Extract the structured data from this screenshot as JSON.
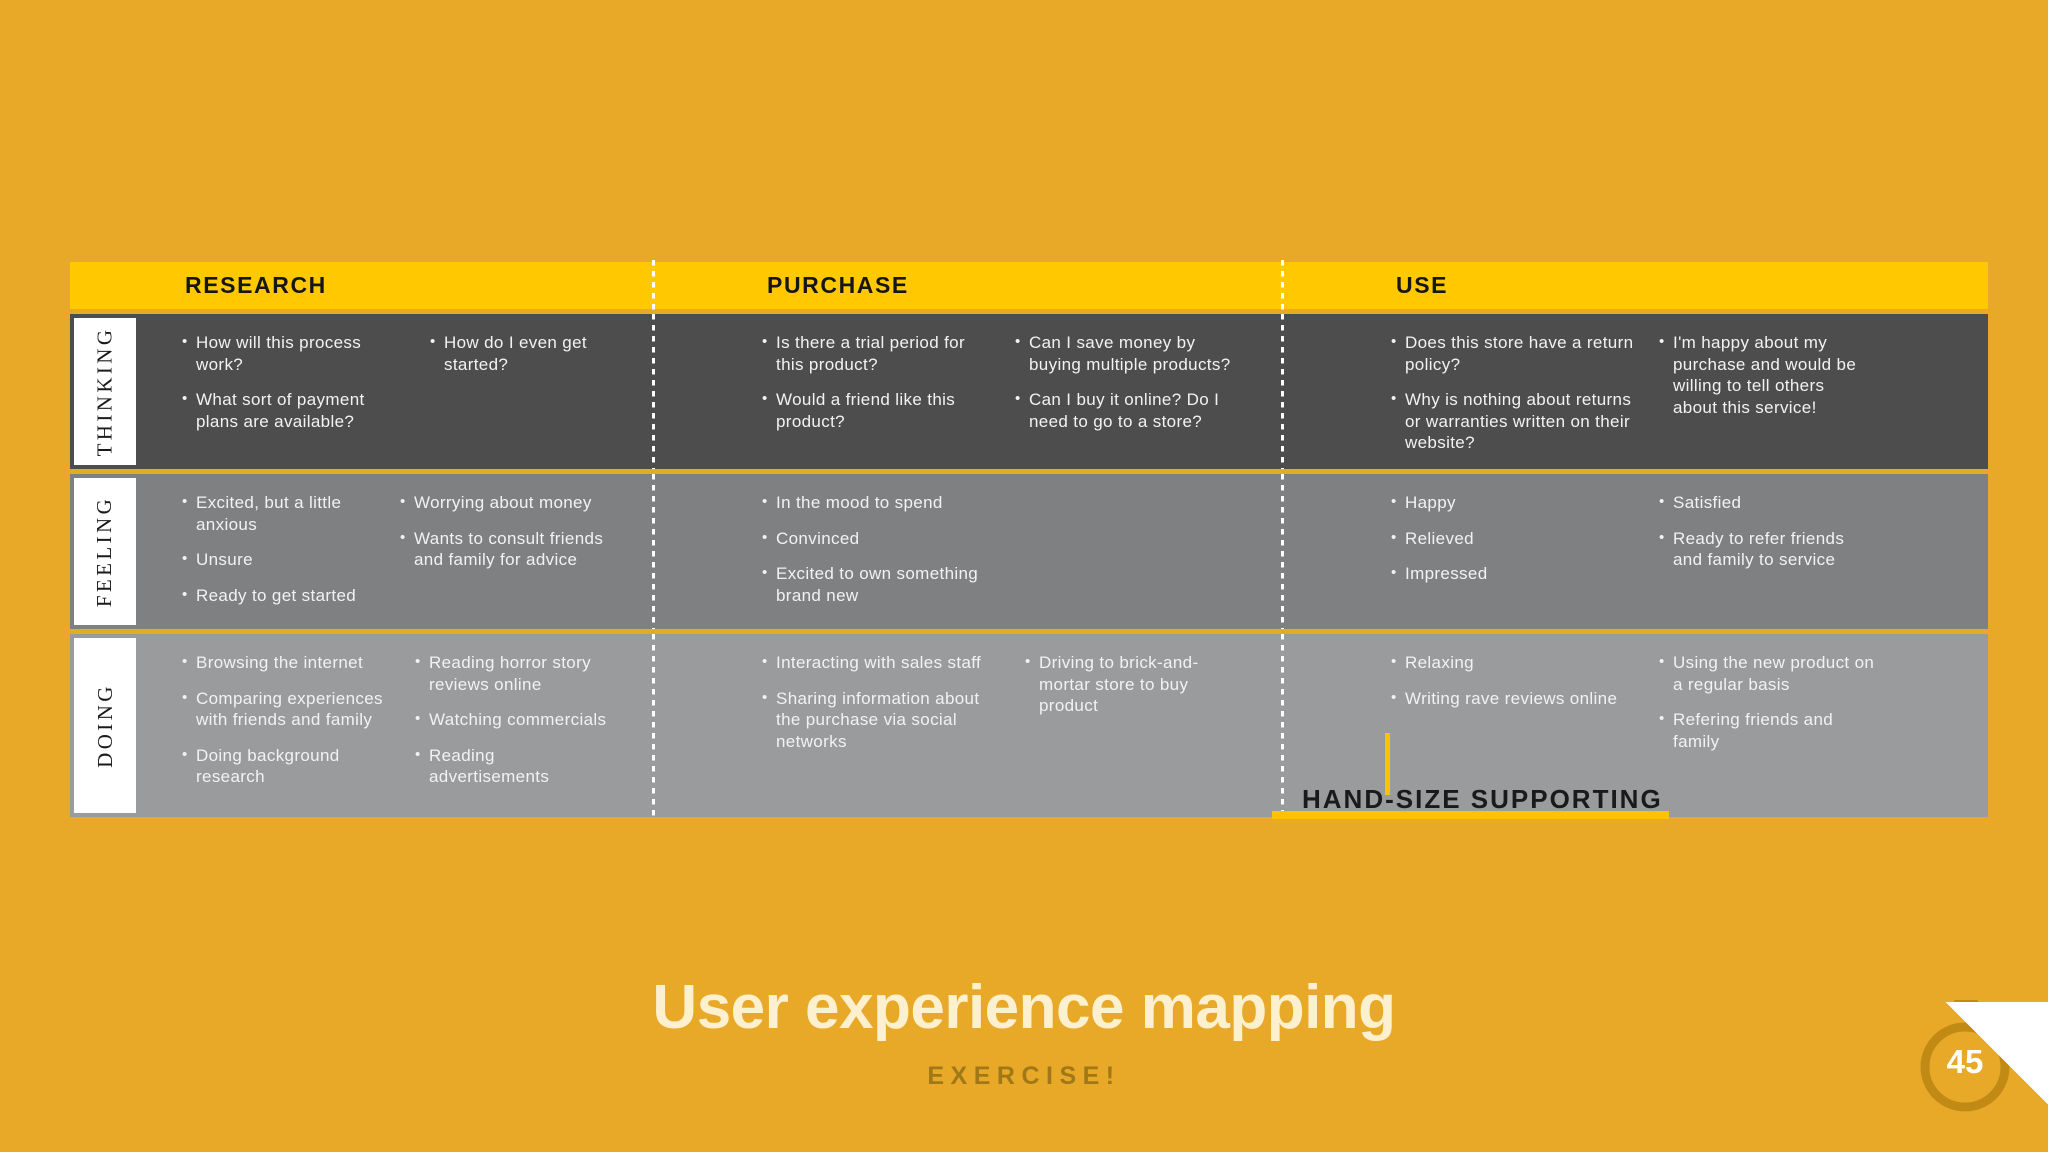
{
  "colors": {
    "slide_background": "#e8a929",
    "header_yellow": "#ffc800",
    "row_thinking_bg": "#4d4d4d",
    "row_feeling_bg": "#7f8081",
    "row_doing_bg": "#9a9b9c",
    "title_color": "#fdf0cf",
    "subtitle_color": "#a07818",
    "label_tab_bg": "#ffffff"
  },
  "journey_map": {
    "stages": [
      {
        "label": "RESEARCH"
      },
      {
        "label": "PURCHASE"
      },
      {
        "label": "USE"
      }
    ],
    "rows": [
      {
        "label": "THINKING",
        "cells": [
          {
            "groups": [
              [
                "How will this process work?",
                "What sort of payment plans are available?"
              ],
              [
                "How do I even get started?"
              ]
            ]
          },
          {
            "groups": [
              [
                "Is there a trial period for this product?",
                "Would a friend like this product?"
              ],
              [
                "Can I save money by buying multiple products?",
                "Can I buy it online? Do I need to go to a store?"
              ]
            ]
          },
          {
            "groups": [
              [
                "Does this store have a return policy?",
                "Why is nothing about returns or warranties written on their website?"
              ],
              [
                "I'm happy about my purchase and would be willing to tell others about this service!"
              ]
            ]
          }
        ]
      },
      {
        "label": "FEELING",
        "cells": [
          {
            "groups": [
              [
                "Excited, but a little anxious",
                "Unsure",
                "Ready to get started"
              ],
              [
                "Worrying about money",
                "Wants to consult friends and family for advice"
              ]
            ]
          },
          {
            "groups": [
              [
                "In the mood to spend",
                "Convinced",
                "Excited to own something brand new"
              ],
              []
            ]
          },
          {
            "groups": [
              [
                "Happy",
                "Relieved",
                "Impressed"
              ],
              [
                "Satisfied",
                "Ready to refer friends and family to service"
              ]
            ]
          }
        ]
      },
      {
        "label": "DOING",
        "cells": [
          {
            "groups": [
              [
                "Browsing the internet",
                "Comparing experiences with friends and family",
                "Doing background research"
              ],
              [
                "Reading horror story reviews online",
                "Watching commercials",
                "Reading advertisements"
              ]
            ]
          },
          {
            "groups": [
              [
                "Interacting with sales staff",
                "Sharing information about the purchase via social networks"
              ],
              [
                "Driving to brick-and-mortar store to buy product"
              ]
            ]
          },
          {
            "groups": [
              [
                "Relaxing",
                "Writing rave reviews online"
              ],
              [
                "Using the new product on a regular basis",
                "Refering friends and family"
              ]
            ]
          }
        ]
      }
    ]
  },
  "artifact": {
    "text": "HAND-SIZE SUPPORTING"
  },
  "footer": {
    "title": "User experience mapping",
    "subtitle": "EXERCISE!"
  },
  "timer": {
    "value": "45",
    "icon": "stopwatch-icon"
  }
}
